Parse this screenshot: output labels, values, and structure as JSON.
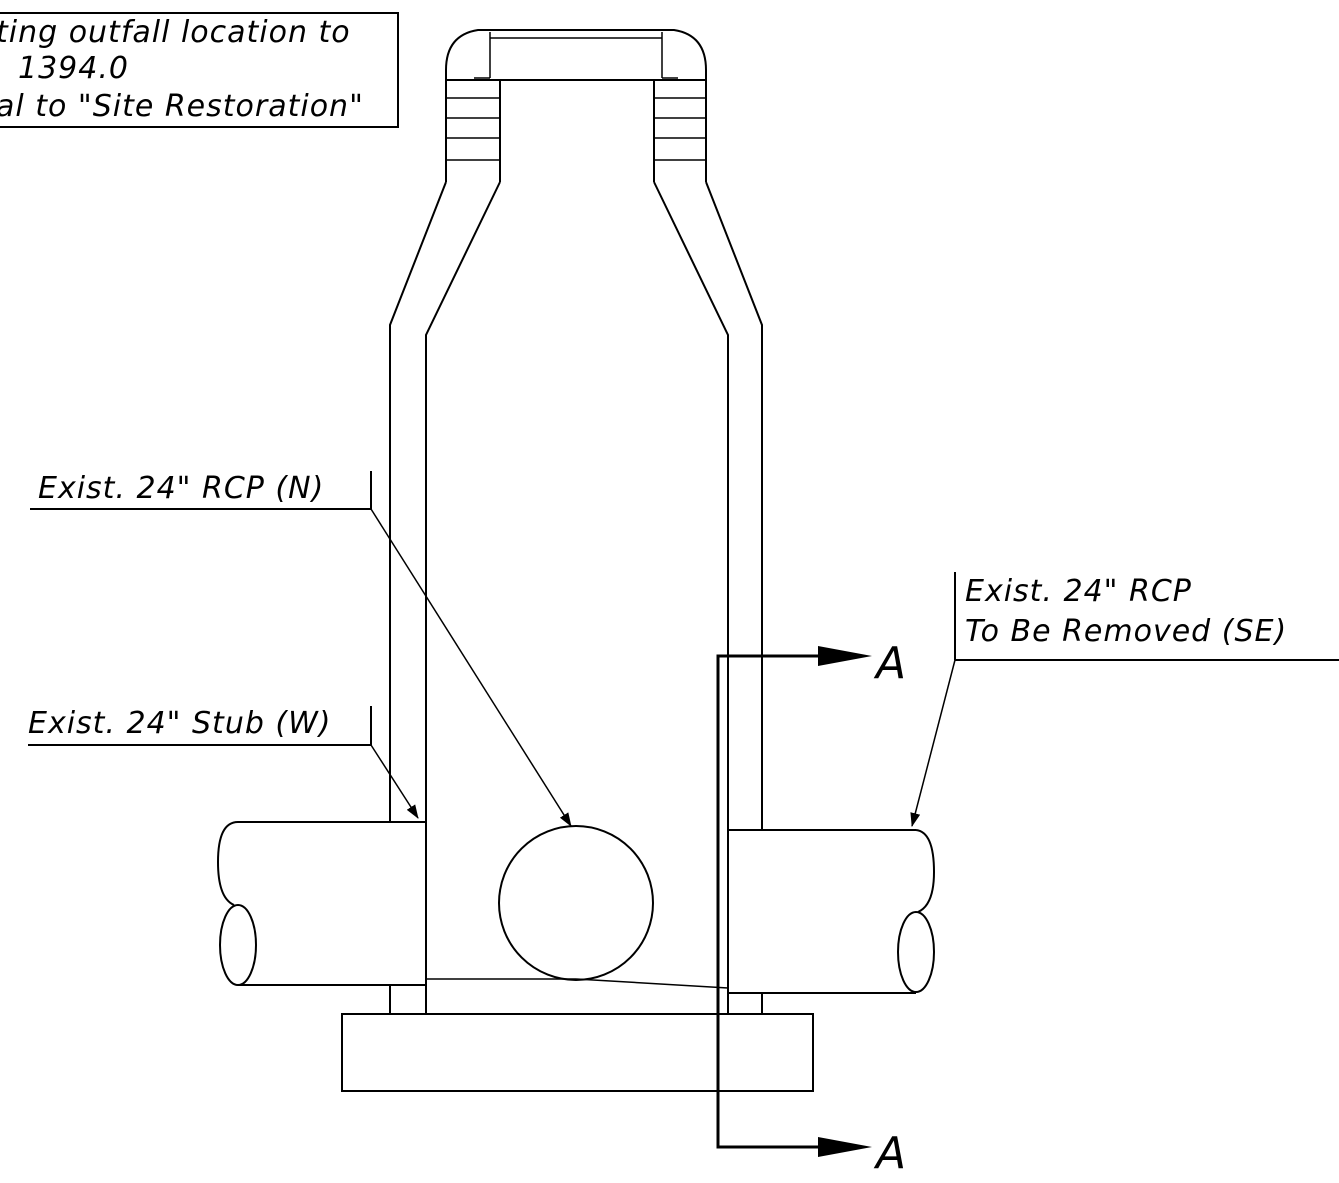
{
  "note_box": {
    "line1": "ting outfall location to",
    "line2": "1394.0",
    "line3": "al to \"Site Restoration\""
  },
  "callouts": {
    "north_pipe": "Exist. 24\" RCP (N)",
    "west_stub": "Exist. 24\" Stub (W)",
    "se_pipe_line1": "Exist. 24\" RCP",
    "se_pipe_line2": "To Be Removed (SE)"
  },
  "section_marks": {
    "top": "A",
    "bottom": "A"
  }
}
